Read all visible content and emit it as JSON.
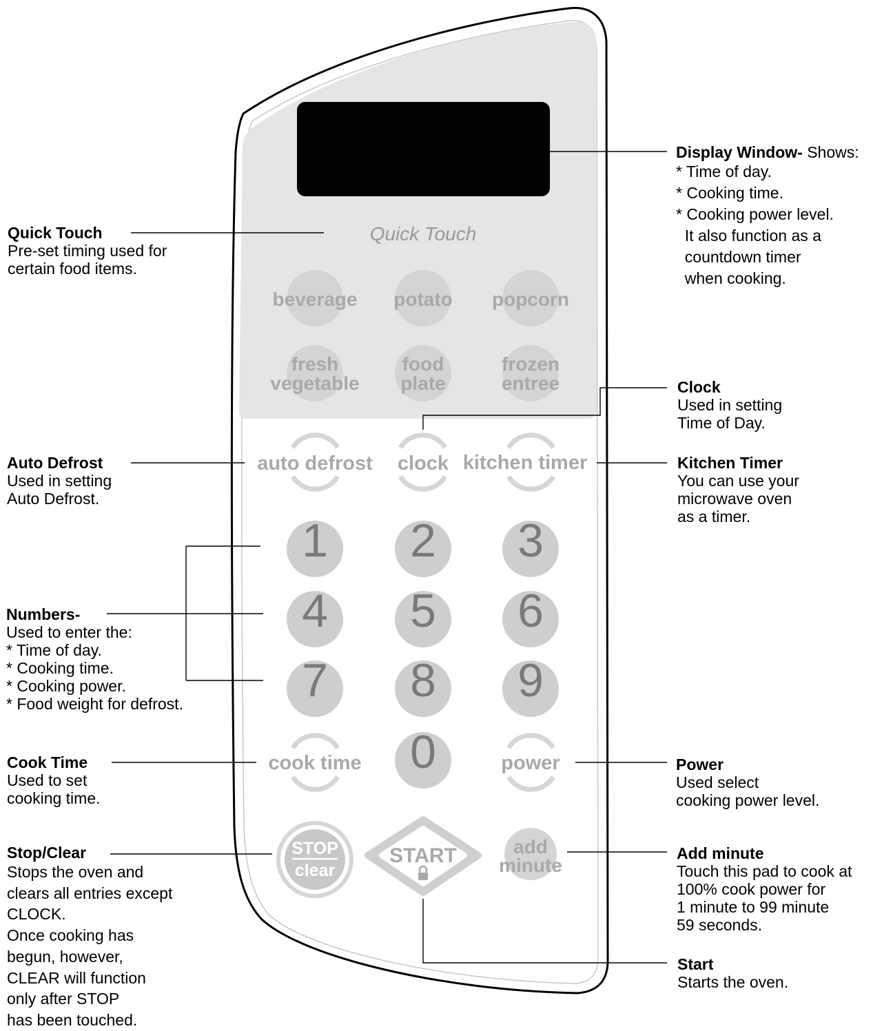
{
  "panel": {
    "quick_touch_heading": "Quick Touch",
    "quick_keys": [
      {
        "lines": [
          "beverage"
        ]
      },
      {
        "lines": [
          "potato"
        ]
      },
      {
        "lines": [
          "popcorn"
        ]
      },
      {
        "lines": [
          "fresh",
          "vegetable"
        ]
      },
      {
        "lines": [
          "food",
          "plate"
        ]
      },
      {
        "lines": [
          "frozen",
          "entree"
        ]
      }
    ],
    "function_keys": [
      "auto defrost",
      "clock",
      "kitchen timer"
    ],
    "digits": [
      "1",
      "2",
      "3",
      "4",
      "5",
      "6",
      "7",
      "8",
      "9"
    ],
    "cook_time": "cook time",
    "zero": "0",
    "power": "power",
    "stop_top": "STOP",
    "stop_bottom": "clear",
    "start": "START",
    "add_top": "add",
    "add_bottom": "minute"
  },
  "annotations": {
    "display_window": {
      "title": "Display Window-",
      "title_tail": " Shows:",
      "lines": [
        "* Time of day.",
        "* Cooking time.",
        "* Cooking power level.",
        "  It also function as a",
        "  countdown timer",
        "  when cooking."
      ]
    },
    "quick_touch": {
      "title": "Quick Touch",
      "lines": [
        "Pre-set timing used for",
        "certain food items."
      ]
    },
    "clock": {
      "title": "Clock",
      "lines": [
        "Used in setting",
        "Time of Day."
      ]
    },
    "auto_defrost": {
      "title": "Auto Defrost",
      "lines": [
        "Used in setting",
        "Auto Defrost."
      ]
    },
    "kitchen_timer": {
      "title": "Kitchen Timer",
      "lines": [
        "You can use your",
        "microwave oven",
        "as a timer."
      ]
    },
    "numbers": {
      "title": "Numbers-",
      "lines": [
        "Used to enter the:",
        "* Time of day.",
        "* Cooking time.",
        "* Cooking power.",
        "* Food weight for defrost."
      ]
    },
    "cook_time": {
      "title": "Cook Time",
      "lines": [
        "Used to set",
        "cooking time."
      ]
    },
    "power": {
      "title": "Power",
      "lines": [
        "Used select",
        "cooking power level."
      ]
    },
    "stop_clear": {
      "title": "Stop/Clear",
      "lines": [
        "Stops the oven and",
        "clears all entries except",
        "CLOCK.",
        "Once cooking has",
        "begun, however,",
        "CLEAR will function",
        "only after STOP",
        "has been touched."
      ]
    },
    "add_minute": {
      "title": "Add minute",
      "lines": [
        "Touch this pad to cook at",
        "100% cook power for",
        "1 minute to 99 minute",
        "59 seconds."
      ]
    },
    "start": {
      "title": "Start",
      "lines": [
        "Starts the oven."
      ]
    }
  }
}
